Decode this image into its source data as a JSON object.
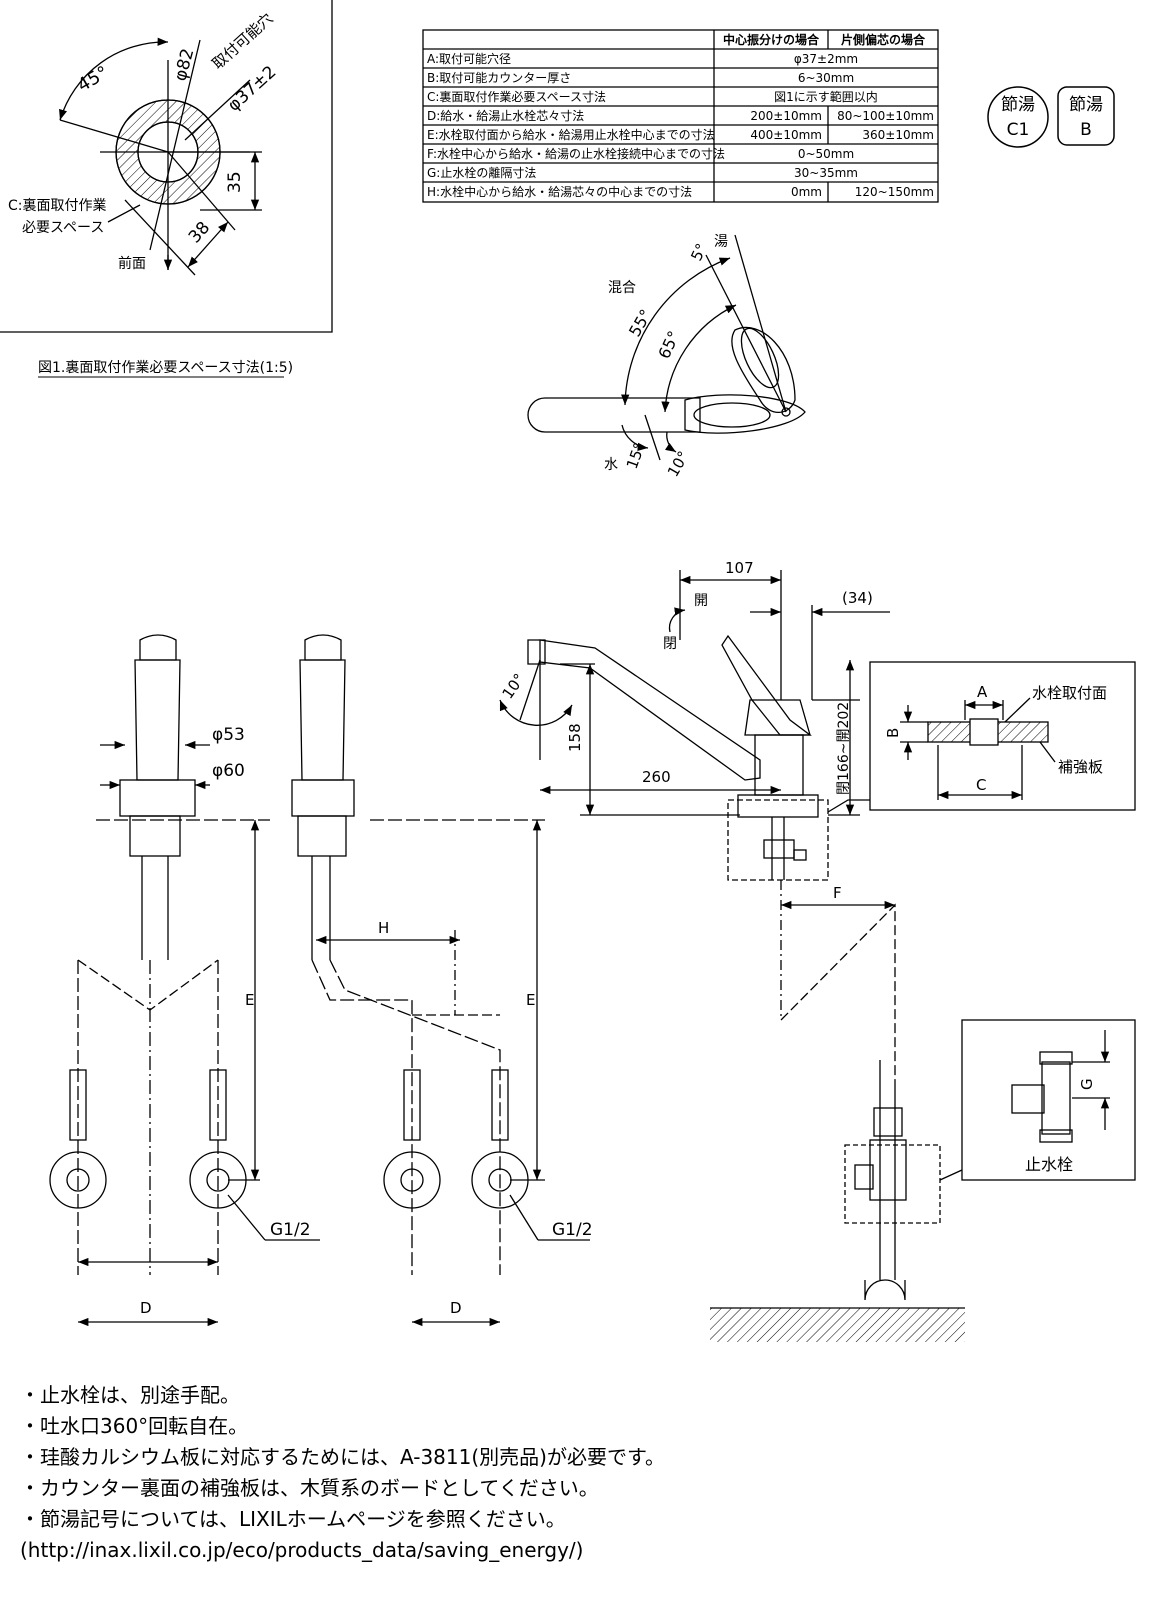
{
  "fig1": {
    "caption": "図1.裏面取付作業必要スペース寸法(1:5)",
    "angle_label": "45°",
    "phi82": "φ82",
    "hole_label": "取付可能穴",
    "hole_dim": "φ37±2",
    "dim_35": "35",
    "dim_38": "38",
    "space_label_1": "C:裏面取付作業",
    "space_label_2": "必要スペース",
    "front_label": "前面"
  },
  "spec_table": {
    "headers": [
      "",
      "中心振分けの場合",
      "片側偏芯の場合"
    ],
    "rows": [
      {
        "label": "A:取付可能穴径",
        "merged": "φ37±2mm"
      },
      {
        "label": "B:取付可能カウンター厚さ",
        "merged": "6~30mm"
      },
      {
        "label": "C:裏面取付作業必要スペース寸法",
        "merged": "図1に示す範囲以内"
      },
      {
        "label": "D:給水・給湯止水栓芯々寸法",
        "center": "200±10mm",
        "offset": "80~100±10mm"
      },
      {
        "label": "E:水栓取付面から給水・給湯用止水栓中心までの寸法",
        "center": "400±10mm",
        "offset": "360±10mm"
      },
      {
        "label": "F:水栓中心から給水・給湯の止水栓接続中心までの寸法",
        "merged": "0~50mm"
      },
      {
        "label": "G:止水栓の離隔寸法",
        "merged": "30~35mm"
      },
      {
        "label": "H:水栓中心から給水・給湯芯々の中心までの寸法",
        "center": "0mm",
        "offset": "120~150mm"
      }
    ]
  },
  "badges": {
    "c1": {
      "top": "節湯",
      "bottom": "C1"
    },
    "b": {
      "top": "節湯",
      "bottom": "B"
    }
  },
  "top_view": {
    "mix": "混合",
    "hot": "湯",
    "water": "水",
    "a5": "5°",
    "a55": "55°",
    "a65": "65°",
    "a15": "15°",
    "a10": "10°"
  },
  "side_view": {
    "d107": "107",
    "d34": "(34)",
    "open": "開",
    "close": "閉",
    "a10": "10°",
    "d158": "158",
    "d260": "260",
    "range": "閉166~開202",
    "f": "F"
  },
  "detail_counter": {
    "a": "A",
    "b": "B",
    "c": "C",
    "mount": "水栓取付面",
    "plate": "補強板"
  },
  "detail_valve": {
    "g": "G",
    "label": "止水栓"
  },
  "front_views": {
    "phi53": "φ53",
    "phi60": "φ60",
    "e": "E",
    "h": "H",
    "d": "D",
    "g_left": "G1/2",
    "g_right": "G1/2"
  },
  "notes": [
    "・止水栓は、別途手配。",
    "・吐水口360°回転自在。",
    "・珪酸カルシウム板に対応するためには、A-3811(別売品)が必要です。",
    "・カウンター裏面の補強板は、木質系のボードとしてください。",
    "・節湯記号については、LIXILホームページを参照ください。",
    "(http://inax.lixil.co.jp/eco/products_data/saving_energy/)"
  ]
}
